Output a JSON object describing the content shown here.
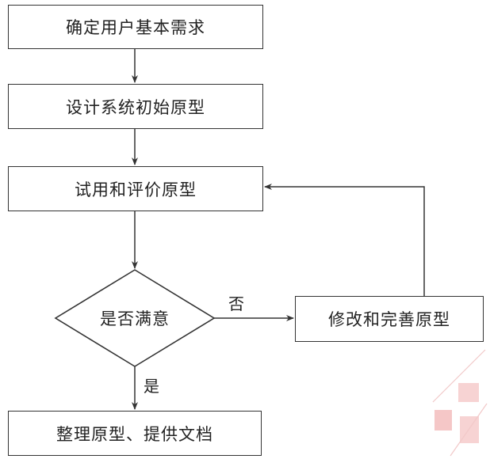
{
  "flowchart": {
    "nodes": {
      "determine_requirements": "确定用户基本需求",
      "design_initial_prototype": "设计系统初始原型",
      "trial_evaluate_prototype": "试用和评价原型",
      "satisfied_decision": "是否满意",
      "modify_improve_prototype": "修改和完善原型",
      "finalize_prototype": "整理原型、提供文档"
    },
    "edge_labels": {
      "no": "否",
      "yes": "是"
    }
  },
  "colors": {
    "line": "#333333",
    "watermark": "#e8a0a0"
  }
}
